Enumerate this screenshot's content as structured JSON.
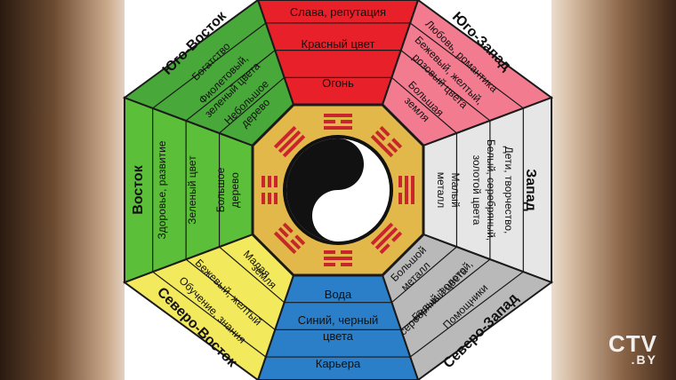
{
  "colors": {
    "south": "#e8202a",
    "southwest": "#f27b8f",
    "west": "#e6e6e6",
    "northwest": "#b9b9b9",
    "north": "#2a7fc8",
    "northeast": "#f3e95c",
    "east": "#5cbf3a",
    "southeast": "#49a83a",
    "octagon_inner": "#e2b84a",
    "octagon_border": "#1a1a1a",
    "trigram": "#c8262c"
  },
  "south": {
    "items": [
      "Слава, репутация",
      "Красный цвет",
      "Огонь"
    ]
  },
  "southwest": {
    "title": "Юго-Запад",
    "items": [
      "Любовь, романтика",
      "Бежевый, желтый,",
      "розовый цвета",
      "Большая",
      "земля"
    ]
  },
  "west": {
    "title": "Запад",
    "items": [
      "Дети, творчество,",
      "Белый, серебряный,",
      "золотой цвета",
      "Малый",
      "металл"
    ]
  },
  "northwest": {
    "title": "Северо-Запад",
    "items": [
      "Помощники",
      "Белый, золотой,",
      "серебряный цвета",
      "Большой",
      "металл"
    ]
  },
  "north": {
    "items": [
      "Вода",
      "Синий, черный",
      "цвета",
      "Карьера"
    ]
  },
  "northeast": {
    "title": "Северо-Восток",
    "items": [
      "Обучение, знания",
      "Бежевый, желтый",
      "Малая",
      "земля"
    ]
  },
  "east": {
    "title": "Восток",
    "items": [
      "Здоровье, развитие",
      "Зеленый цвет",
      "Большое",
      "дерево"
    ]
  },
  "southeast": {
    "title": "Юго-Восток",
    "items": [
      "Богатство",
      "Фиолетовый,",
      "зеленый цвета",
      "Небольшое",
      "дерево"
    ]
  },
  "logo": {
    "main": "CTV",
    "sub": ".BY"
  }
}
